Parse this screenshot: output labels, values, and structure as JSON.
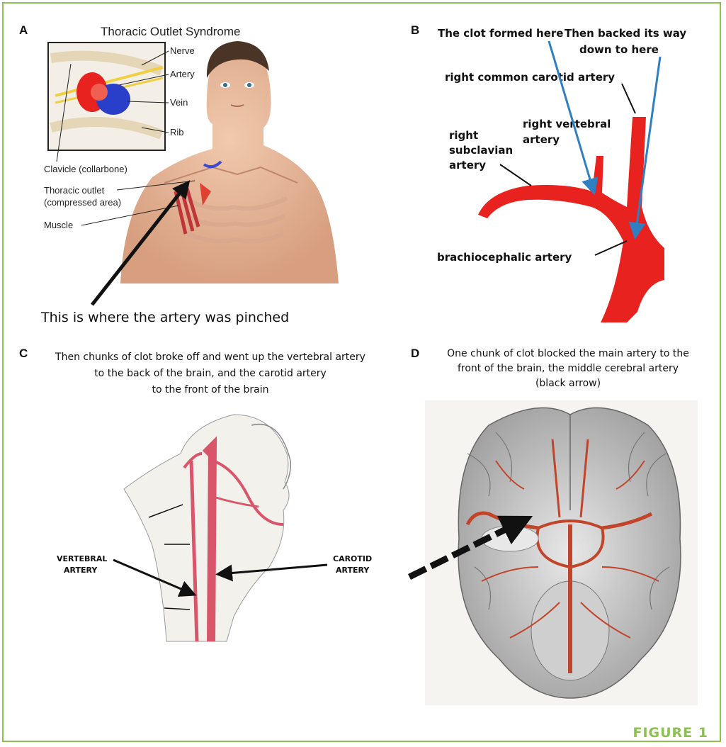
{
  "panels": {
    "a": {
      "letter": "A",
      "title": "Thoracic Outlet Syndrome",
      "labels": {
        "nerve": "Nerve",
        "artery": "Artery",
        "vein": "Vein",
        "rib": "Rib",
        "clavicle": "Clavicle (collarbone)",
        "outlet_line1": "Thoracic outlet",
        "outlet_line2": "(compressed area)",
        "muscle": "Muscle"
      },
      "caption": "This is where the artery was pinched"
    },
    "b": {
      "letter": "B",
      "clot_formed": "The clot formed here",
      "backed_line1": "Then backed its way",
      "backed_line2": "down to here",
      "common_carotid": "right common carotid artery",
      "vertebral_line1": "right vertebral",
      "vertebral_line2": "artery",
      "subclavian_line1": "right",
      "subclavian_line2": "subclavian",
      "subclavian_line3": "artery",
      "brachiocephalic": "brachiocephalic artery"
    },
    "c": {
      "letter": "C",
      "caption_line1": "Then chunks of clot broke off and went up the vertebral artery",
      "caption_line2": "to the back of the brain, and the carotid artery",
      "caption_line3": "to the front of the brain",
      "vertebral_line1": "VERTEBRAL",
      "vertebral_line2": "ARTERY",
      "carotid_line1": "CAROTID",
      "carotid_line2": "ARTERY"
    },
    "d": {
      "letter": "D",
      "caption_line1": "One chunk of clot blocked the main artery to the",
      "caption_line2": "front of the brain,  the middle cerebral artery",
      "caption_line3": "(black arrow)"
    }
  },
  "figure_label": "FIGURE 1",
  "colors": {
    "frame": "#8cc152",
    "artery_red": "#e8231f",
    "vein_blue": "#2a3fc9",
    "annot_blue": "#2f7fc1",
    "brain_artery": "#c0452a",
    "neck_artery": "#d9566a"
  }
}
